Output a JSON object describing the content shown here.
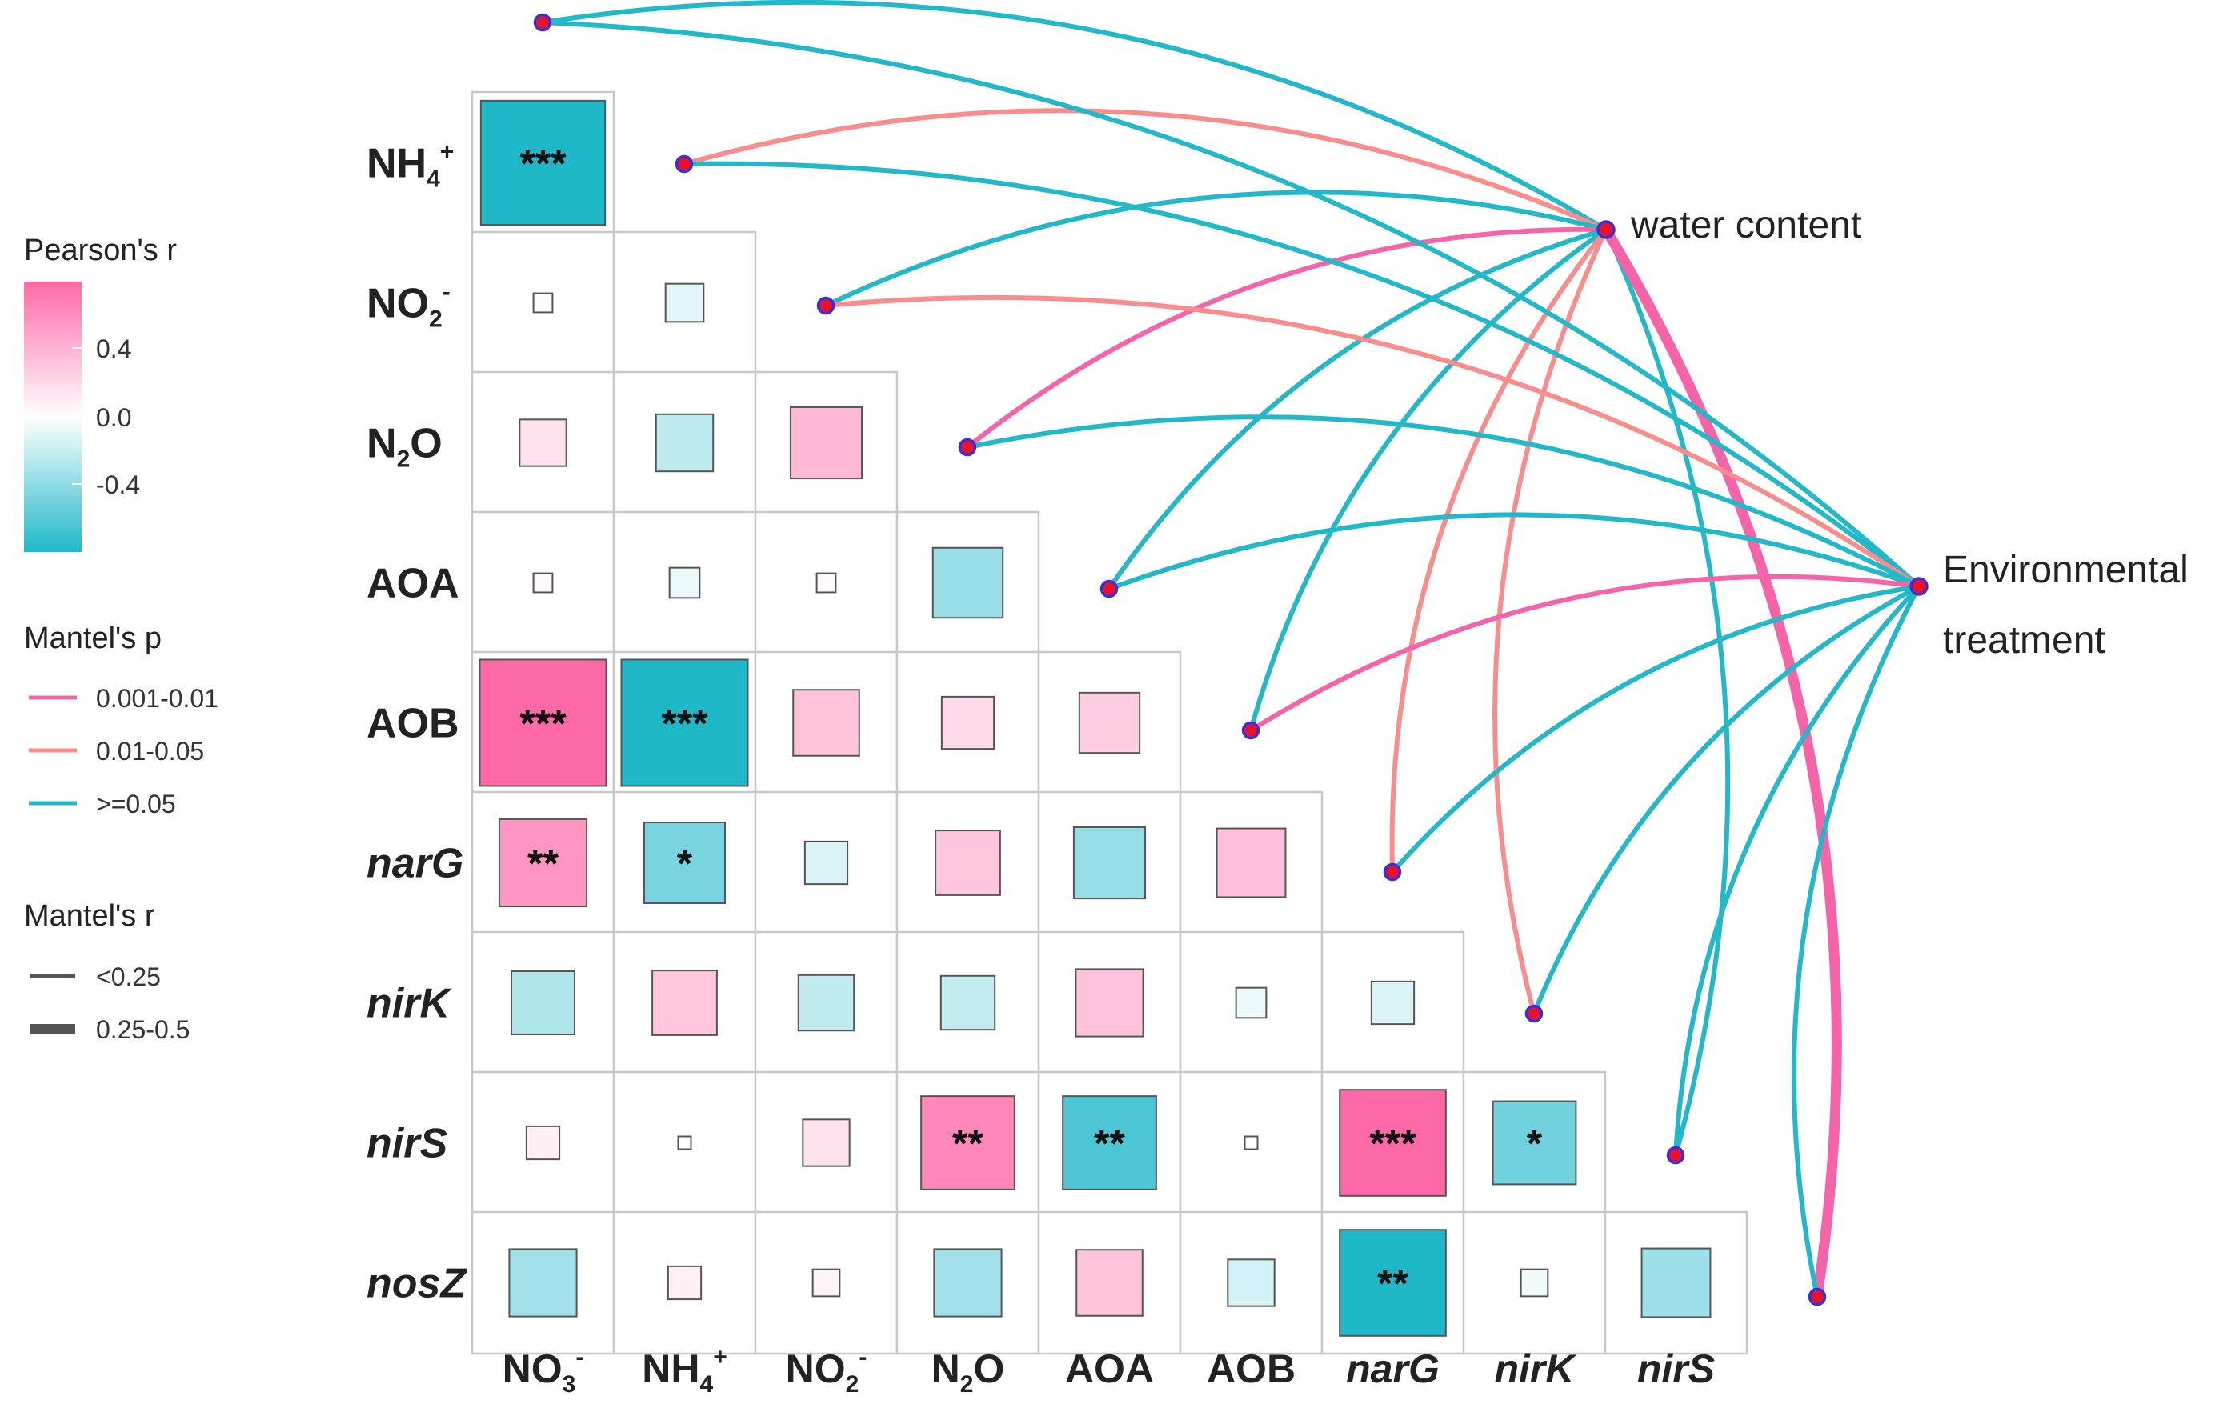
{
  "chart_data": {
    "type": "heatmap",
    "title": "",
    "variables": [
      {
        "id": "NO3",
        "base": "NO",
        "sub": "3",
        "sup": "-",
        "italic": false
      },
      {
        "id": "NH4",
        "base": "NH",
        "sub": "4",
        "sup": "+",
        "italic": false
      },
      {
        "id": "NO2",
        "base": "NO",
        "sub": "2",
        "sup": "-",
        "italic": false
      },
      {
        "id": "N2O",
        "base": "N",
        "sub": "2",
        "tail": "O",
        "sup": "",
        "italic": false
      },
      {
        "id": "AOA",
        "base": "AOA",
        "sub": "",
        "sup": "",
        "italic": false
      },
      {
        "id": "AOB",
        "base": "AOB",
        "sub": "",
        "sup": "",
        "italic": false
      },
      {
        "id": "narG",
        "base": "narG",
        "sub": "",
        "sup": "",
        "italic": true
      },
      {
        "id": "nirK",
        "base": "nirK",
        "sub": "",
        "sup": "",
        "italic": true
      },
      {
        "id": "nirS",
        "base": "nirS",
        "sub": "",
        "sup": "",
        "italic": true
      },
      {
        "id": "nosZ",
        "base": "nosZ",
        "sub": "",
        "sup": "",
        "italic": true
      }
    ],
    "correlations": [
      {
        "row": "NH4",
        "col": "NO3",
        "r": -0.85,
        "sig": "***"
      },
      {
        "row": "NO2",
        "col": "NO3",
        "r": 0.02,
        "sig": ""
      },
      {
        "row": "NO2",
        "col": "NH4",
        "r": -0.08,
        "sig": ""
      },
      {
        "row": "N2O",
        "col": "NO3",
        "r": 0.12,
        "sig": ""
      },
      {
        "row": "N2O",
        "col": "NH4",
        "r": -0.18,
        "sig": ""
      },
      {
        "row": "N2O",
        "col": "NO2",
        "r": 0.28,
        "sig": ""
      },
      {
        "row": "AOA",
        "col": "NO3",
        "r": 0.02,
        "sig": ""
      },
      {
        "row": "AOA",
        "col": "NH4",
        "r": -0.05,
        "sig": ""
      },
      {
        "row": "AOA",
        "col": "NO2",
        "r": 0.02,
        "sig": ""
      },
      {
        "row": "AOA",
        "col": "N2O",
        "r": -0.27,
        "sig": ""
      },
      {
        "row": "AOB",
        "col": "NO3",
        "r": 0.88,
        "sig": "***"
      },
      {
        "row": "AOB",
        "col": "NH4",
        "r": -0.88,
        "sig": "***"
      },
      {
        "row": "AOB",
        "col": "NO2",
        "r": 0.24,
        "sig": ""
      },
      {
        "row": "AOB",
        "col": "N2O",
        "r": 0.15,
        "sig": ""
      },
      {
        "row": "AOB",
        "col": "AOA",
        "r": 0.2,
        "sig": ""
      },
      {
        "row": "narG",
        "col": "NO3",
        "r": 0.42,
        "sig": "**"
      },
      {
        "row": "narG",
        "col": "NH4",
        "r": -0.36,
        "sig": "*"
      },
      {
        "row": "narG",
        "col": "NO2",
        "r": -0.1,
        "sig": ""
      },
      {
        "row": "narG",
        "col": "N2O",
        "r": 0.23,
        "sig": ""
      },
      {
        "row": "narG",
        "col": "AOA",
        "r": -0.28,
        "sig": ""
      },
      {
        "row": "narG",
        "col": "AOB",
        "r": 0.26,
        "sig": ""
      },
      {
        "row": "nirK",
        "col": "NO3",
        "r": -0.22,
        "sig": ""
      },
      {
        "row": "nirK",
        "col": "NH4",
        "r": 0.23,
        "sig": ""
      },
      {
        "row": "nirK",
        "col": "NO2",
        "r": -0.17,
        "sig": ""
      },
      {
        "row": "nirK",
        "col": "N2O",
        "r": -0.16,
        "sig": ""
      },
      {
        "row": "nirK",
        "col": "AOA",
        "r": 0.25,
        "sig": ""
      },
      {
        "row": "nirK",
        "col": "AOB",
        "r": -0.05,
        "sig": ""
      },
      {
        "row": "nirK",
        "col": "narG",
        "r": -0.1,
        "sig": ""
      },
      {
        "row": "nirS",
        "col": "NO3",
        "r": 0.06,
        "sig": ""
      },
      {
        "row": "nirS",
        "col": "NH4",
        "r": 0.0,
        "sig": ""
      },
      {
        "row": "nirS",
        "col": "NO2",
        "r": 0.12,
        "sig": ""
      },
      {
        "row": "nirS",
        "col": "N2O",
        "r": 0.48,
        "sig": "**"
      },
      {
        "row": "nirS",
        "col": "AOA",
        "r": -0.48,
        "sig": "**"
      },
      {
        "row": "nirS",
        "col": "AOB",
        "r": 0.0,
        "sig": ""
      },
      {
        "row": "nirS",
        "col": "narG",
        "r": 0.62,
        "sig": "***"
      },
      {
        "row": "nirS",
        "col": "nirK",
        "r": -0.38,
        "sig": "*"
      },
      {
        "row": "nosZ",
        "col": "NO3",
        "r": -0.25,
        "sig": ""
      },
      {
        "row": "nosZ",
        "col": "NH4",
        "r": 0.06,
        "sig": ""
      },
      {
        "row": "nosZ",
        "col": "NO2",
        "r": 0.04,
        "sig": ""
      },
      {
        "row": "nosZ",
        "col": "N2O",
        "r": -0.25,
        "sig": ""
      },
      {
        "row": "nosZ",
        "col": "AOA",
        "r": 0.24,
        "sig": ""
      },
      {
        "row": "nosZ",
        "col": "AOB",
        "r": -0.12,
        "sig": ""
      },
      {
        "row": "nosZ",
        "col": "narG",
        "r": -0.62,
        "sig": "**"
      },
      {
        "row": "nosZ",
        "col": "nirK",
        "r": -0.04,
        "sig": ""
      },
      {
        "row": "nosZ",
        "col": "nirS",
        "r": -0.26,
        "sig": ""
      }
    ],
    "mantel_sources": [
      {
        "id": "wc",
        "lines": [
          "water content"
        ]
      },
      {
        "id": "env",
        "lines": [
          "Environmental",
          "treatment"
        ]
      }
    ],
    "mantel_links": [
      {
        "from": "wc",
        "to": "NO3",
        "p_class": ">=0.05",
        "r_class": "<0.25"
      },
      {
        "from": "wc",
        "to": "NH4",
        "p_class": "0.01-0.05",
        "r_class": "<0.25"
      },
      {
        "from": "wc",
        "to": "NO2",
        "p_class": ">=0.05",
        "r_class": "<0.25"
      },
      {
        "from": "wc",
        "to": "N2O",
        "p_class": "0.001-0.01",
        "r_class": "<0.25"
      },
      {
        "from": "wc",
        "to": "AOA",
        "p_class": ">=0.05",
        "r_class": "<0.25"
      },
      {
        "from": "wc",
        "to": "AOB",
        "p_class": ">=0.05",
        "r_class": "<0.25"
      },
      {
        "from": "wc",
        "to": "narG",
        "p_class": "0.01-0.05",
        "r_class": "<0.25"
      },
      {
        "from": "wc",
        "to": "nirK",
        "p_class": "0.01-0.05",
        "r_class": "<0.25"
      },
      {
        "from": "wc",
        "to": "nirS",
        "p_class": ">=0.05",
        "r_class": "<0.25"
      },
      {
        "from": "wc",
        "to": "nosZ",
        "p_class": "0.001-0.01",
        "r_class": "0.25-0.5"
      },
      {
        "from": "env",
        "to": "NO3",
        "p_class": ">=0.05",
        "r_class": "<0.25"
      },
      {
        "from": "env",
        "to": "NH4",
        "p_class": ">=0.05",
        "r_class": "<0.25"
      },
      {
        "from": "env",
        "to": "NO2",
        "p_class": "0.01-0.05",
        "r_class": "<0.25"
      },
      {
        "from": "env",
        "to": "N2O",
        "p_class": ">=0.05",
        "r_class": "<0.25"
      },
      {
        "from": "env",
        "to": "AOA",
        "p_class": ">=0.05",
        "r_class": "<0.25"
      },
      {
        "from": "env",
        "to": "AOB",
        "p_class": "0.001-0.01",
        "r_class": "<0.25"
      },
      {
        "from": "env",
        "to": "narG",
        "p_class": ">=0.05",
        "r_class": "<0.25"
      },
      {
        "from": "env",
        "to": "nirK",
        "p_class": ">=0.05",
        "r_class": "<0.25"
      },
      {
        "from": "env",
        "to": "nirS",
        "p_class": ">=0.05",
        "r_class": "<0.25"
      },
      {
        "from": "env",
        "to": "nosZ",
        "p_class": ">=0.05",
        "r_class": "<0.25"
      }
    ],
    "color_scale": {
      "min": -0.6,
      "max": 0.6,
      "low": "#1FB8C9",
      "mid": "#FFFFFF",
      "high": "#FF69A8",
      "ticks": [
        "0.4",
        "0.0",
        "-0.4"
      ]
    },
    "legend": {
      "pearson_title": "Pearson's r",
      "mantel_p_title": "Mantel's p",
      "mantel_p_items": [
        {
          "label": "0.001-0.01",
          "color": "#F564A9"
        },
        {
          "label": "0.01-0.05",
          "color": "#F98C8C"
        },
        {
          "label": ">=0.05",
          "color": "#22B8C8"
        }
      ],
      "mantel_r_title": "Mantel's r",
      "mantel_r_items": [
        {
          "label": "<0.25",
          "width": "thin"
        },
        {
          "label": "0.25-0.5",
          "width": "thick"
        }
      ],
      "placement": "left"
    },
    "node_color": "#E8122D",
    "node_stroke": "#3A2FD6"
  }
}
